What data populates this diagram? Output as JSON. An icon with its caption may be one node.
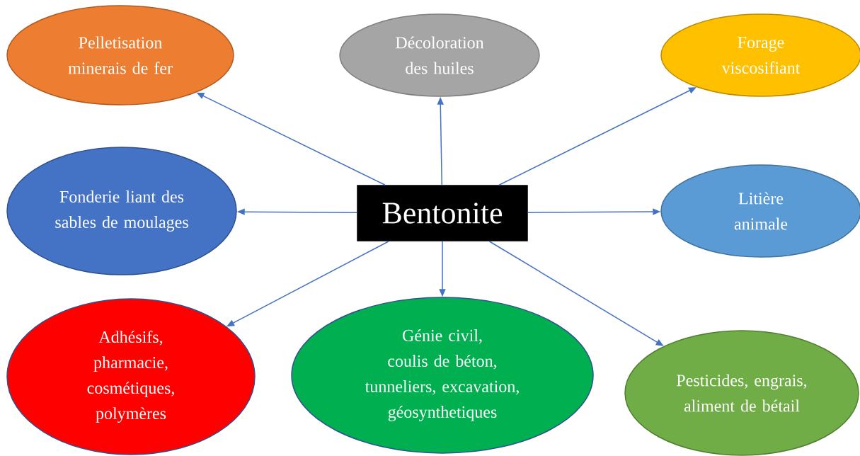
{
  "diagram": {
    "nodes": [
      {
        "text": [
          "Bentonite"
        ]
      },
      {
        "text": [
          "Pelletisation minerais de fer"
        ]
      },
      {
        "text": [
          "Décoloration des huiles"
        ]
      },
      {
        "text": [
          "Forage viscosifiant"
        ]
      },
      {
        "text": [
          "Fonderie liant des sables de moulages"
        ]
      },
      {
        "text": [
          "Litière animale"
        ]
      },
      {
        "text": [
          "Adhésifs, pharmacie, cosmétiques, polymères"
        ]
      },
      {
        "text": [
          "Génie civil, coulis de béton, tunneliers, excavation, géosynthetiques"
        ]
      },
      {
        "text": [
          "Pesticides, engrais, aliment de bétail"
        ]
      }
    ],
    "edges": [
      {
        "from": 0,
        "to": 1,
        "arrow": "to"
      },
      {
        "from": 0,
        "to": 2,
        "arrow": "to"
      },
      {
        "from": 0,
        "to": 3,
        "arrow": "to"
      },
      {
        "from": 0,
        "to": 4,
        "arrow": "to"
      },
      {
        "from": 0,
        "to": 5,
        "arrow": "to"
      },
      {
        "from": 0,
        "to": 6,
        "arrow": "to"
      },
      {
        "from": 0,
        "to": 7,
        "arrow": "to"
      },
      {
        "from": 0,
        "to": 8,
        "arrow": "to"
      }
    ]
  }
}
